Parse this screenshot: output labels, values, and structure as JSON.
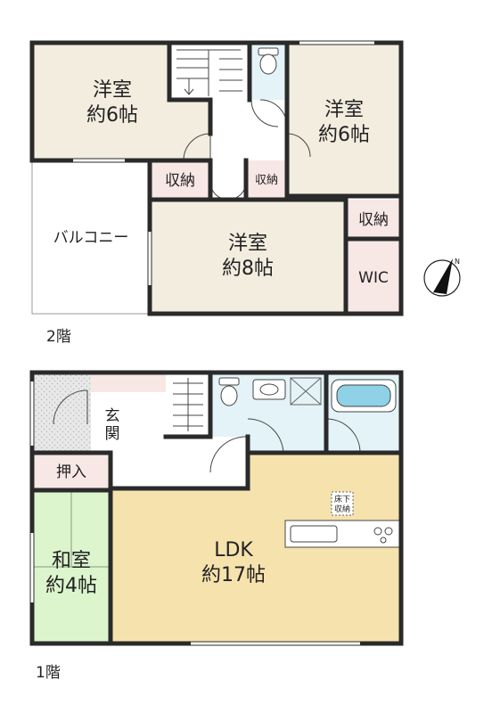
{
  "floor2": {
    "label": "2階",
    "western_nw": {
      "name": "洋室",
      "size": "約6帖"
    },
    "western_ne": {
      "name": "洋室",
      "size": "約6帖"
    },
    "western_c": {
      "name": "洋室",
      "size": "約8帖"
    },
    "balcony": "バルコニー",
    "storage_1": "収納",
    "storage_2": "収納",
    "storage_3": "収納",
    "wic": "WIC"
  },
  "floor1": {
    "label": "1階",
    "entrance_1": "玄",
    "entrance_2": "関",
    "closet": "押入",
    "japanese": {
      "name": "和室",
      "size": "約4帖"
    },
    "ldk": {
      "name": "LDK",
      "size": "約17帖"
    },
    "underfloor_1": "床下",
    "underfloor_2": "収納"
  },
  "compass": {
    "north": "N"
  },
  "colors": {
    "room_cream": "#f3ede0",
    "storage_pink": "#f7e7e5",
    "wet_blue": "#e4f3f7",
    "japanese_green": "#dcf5cd",
    "ldk_tan": "#f6e2ad",
    "wall": "#2a2a2a"
  }
}
